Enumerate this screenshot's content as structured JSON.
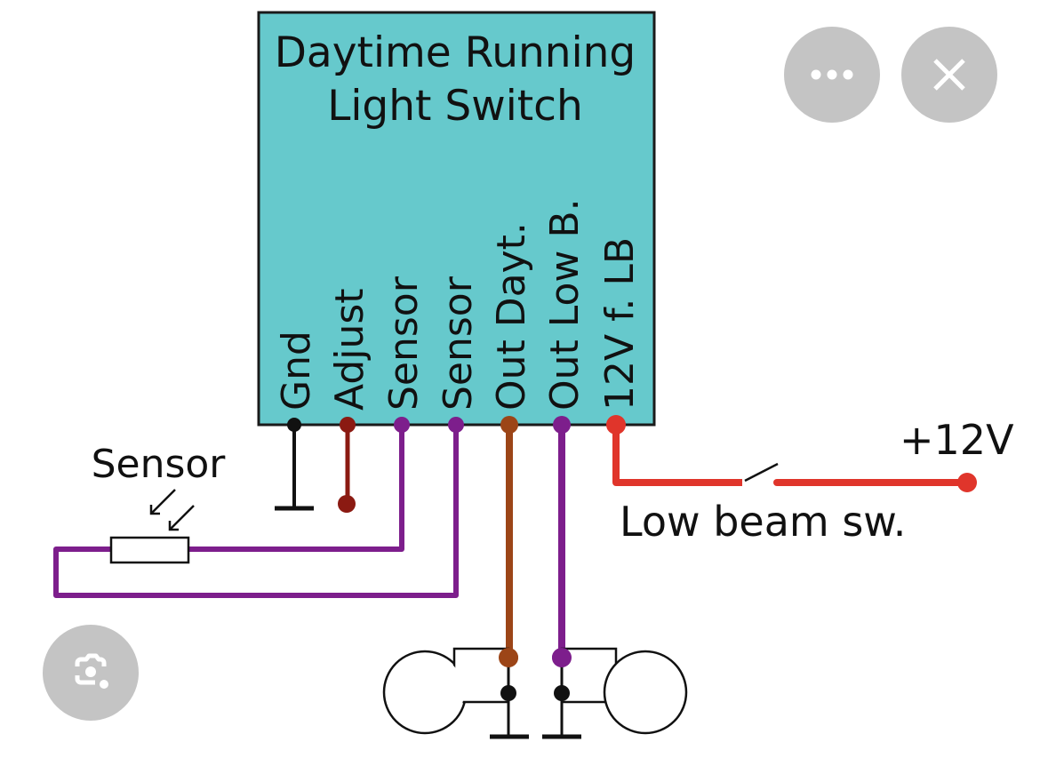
{
  "diagram": {
    "title_line1": "Daytime Running",
    "title_line2": "Light Switch",
    "box_color": "#66c9cc",
    "pins": [
      {
        "label": "Gnd",
        "color": "#111111"
      },
      {
        "label": "Adjust",
        "color": "#8b1a12"
      },
      {
        "label": "Sensor",
        "color": "#7d1e8c"
      },
      {
        "label": "Sensor",
        "color": "#7d1e8c"
      },
      {
        "label": "Out Dayt.",
        "color": "#9c4517"
      },
      {
        "label": "Out Low B.",
        "color": "#7d1e8c"
      },
      {
        "label": "12V f. LB",
        "color": "#e0352b"
      }
    ],
    "sensor_label": "Sensor",
    "switch_label": "Low beam sw.",
    "supply_label": "+12V"
  },
  "overlay": {
    "more_icon": "more-horizontal-icon",
    "close_icon": "close-icon",
    "lens_icon": "visual-search-lens-icon"
  }
}
